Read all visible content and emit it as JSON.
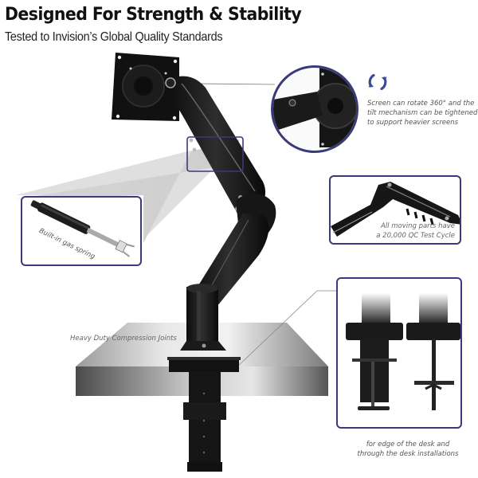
{
  "header": {
    "title": "Designed For Strength & Stability",
    "subtitle": "Tested to Invision’s Global Quality Standards"
  },
  "callouts": {
    "rotate": {
      "icon": "rotate-arrows-icon",
      "text_lines": [
        "Screen can rotate 360° and the",
        "tilt mechanism can be tightened",
        "to support heavier screens"
      ]
    },
    "test_cycle": {
      "text_lines": [
        "All moving parts have",
        "a 20,000 QC Test Cycle"
      ]
    },
    "gas_spring": {
      "text": "Built-in gas spring"
    },
    "joints": {
      "text": "Heavy Duty Compression Joints"
    },
    "installation": {
      "text_lines": [
        "for edge of the desk and",
        "through the desk installations"
      ]
    }
  },
  "colors": {
    "frame": "#3a3a7a",
    "icon_blue": "#3d4a9c",
    "arm_black": "#141414",
    "desk_gray": "#8a8a8a"
  }
}
